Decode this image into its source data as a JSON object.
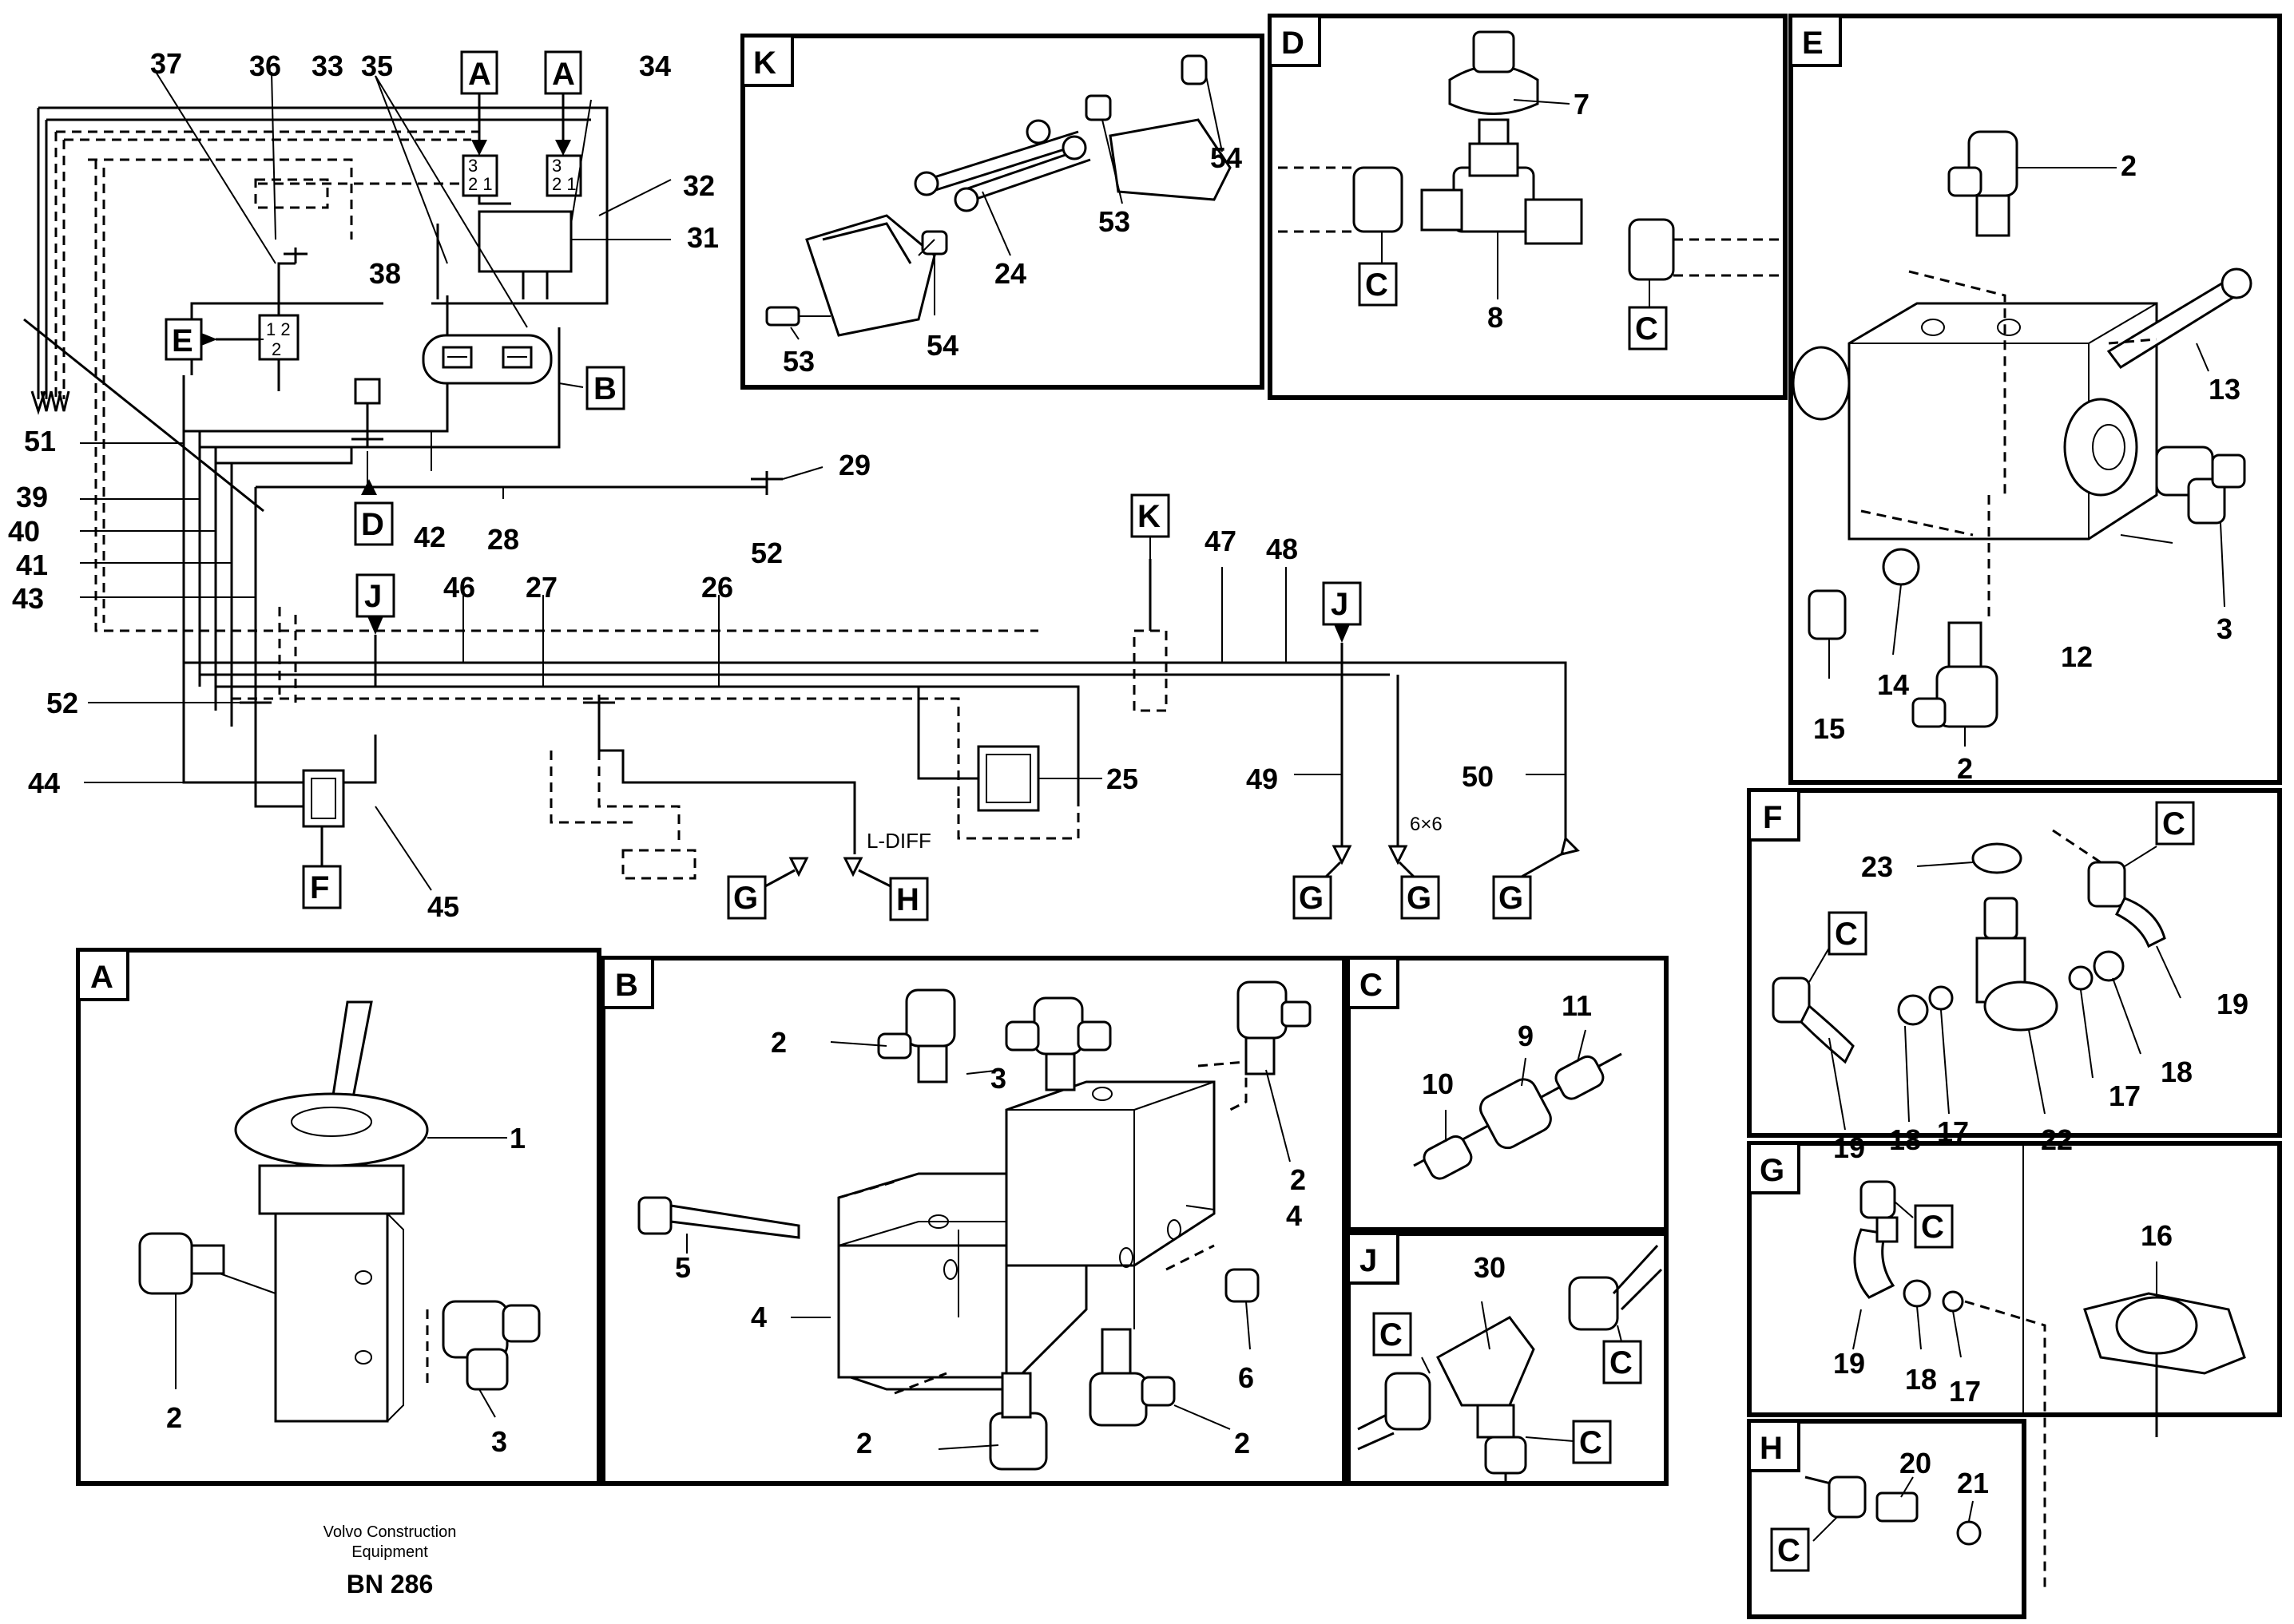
{
  "callouts": {
    "n37": "37",
    "n36": "36",
    "n33": "33",
    "n35": "35",
    "n34": "34",
    "n32": "32",
    "n31": "31",
    "n38": "38",
    "n51": "51",
    "n39": "39",
    "n40": "40",
    "n41": "41",
    "n43": "43",
    "n42": "42",
    "n28": "28",
    "n29": "29",
    "n52a": "52",
    "n47": "47",
    "n48": "48",
    "n46": "46",
    "n27": "27",
    "n26": "26",
    "n52b": "52",
    "n44": "44",
    "n45": "45",
    "n25": "25",
    "n49": "49",
    "n50": "50",
    "k24": "24",
    "k53a": "53",
    "k53b": "53",
    "k54a": "54",
    "k54b": "54",
    "d7": "7",
    "d8": "8",
    "e2a": "2",
    "e13": "13",
    "e12": "12",
    "e3": "3",
    "e14": "14",
    "e15": "15",
    "e2b": "2",
    "f23": "23",
    "f19a": "19",
    "f19b": "19",
    "f18a": "18",
    "f17a": "17",
    "f22": "22",
    "f17b": "17",
    "f18b": "18",
    "a1": "1",
    "a2": "2",
    "a3": "3",
    "b2a": "2",
    "b3": "3",
    "b2b": "2",
    "b5": "5",
    "b4a": "4",
    "b4b": "4",
    "b6": "6",
    "b2c": "2",
    "b2d": "2",
    "c10": "10",
    "c9": "9",
    "c11": "11",
    "j30": "30",
    "g16": "16",
    "g19": "19",
    "g18": "18",
    "g17": "17",
    "h20": "20",
    "h21": "21"
  },
  "tags": {
    "A": "A",
    "B": "B",
    "C": "C",
    "D": "D",
    "E": "E",
    "F": "F",
    "G": "G",
    "H": "H",
    "J": "J",
    "K": "K"
  },
  "annotations": {
    "ldiff": "L-DIFF",
    "six_by_six": "6×6"
  },
  "footer": {
    "line1": "Volvo Construction",
    "line2": "Equipment",
    "code": "BN 286"
  }
}
